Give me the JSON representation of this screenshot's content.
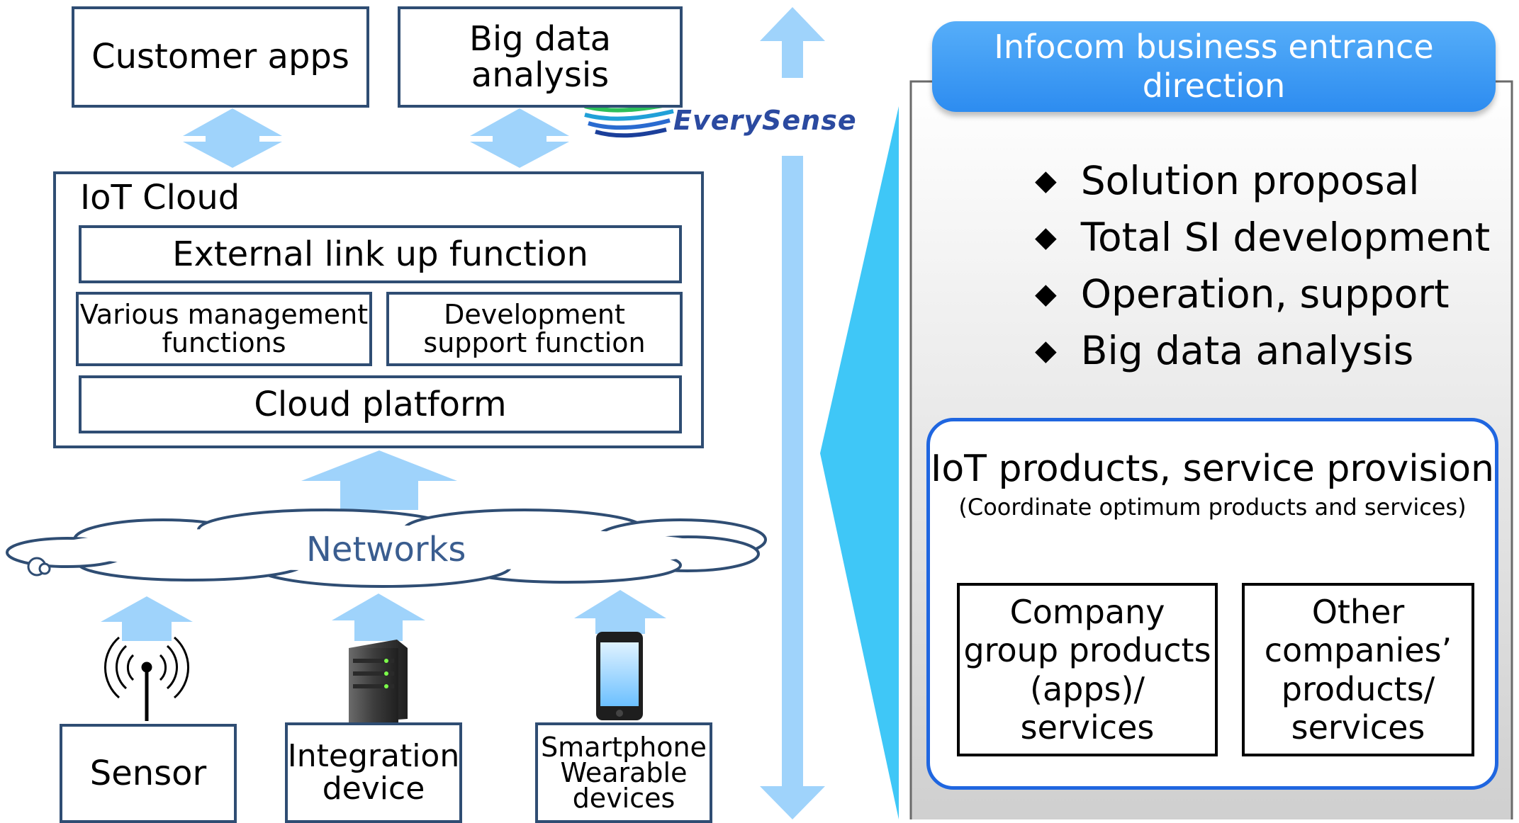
{
  "top": {
    "customer_apps": "Customer apps",
    "big_data_analysis": "Big data analysis"
  },
  "logo": {
    "text": "EverySense"
  },
  "cloud": {
    "title": "IoT Cloud",
    "external_link": "External link up function",
    "various_management": "Various management\nfunctions",
    "development_support": "Development\nsupport function",
    "platform": "Cloud platform"
  },
  "networks": "Networks",
  "devices": {
    "sensor": "Sensor",
    "integration": "Integration\ndevice",
    "smartphone": "Smartphone\nWearable\ndevices"
  },
  "panel": {
    "header": "Infocom business entrance\ndirection",
    "bullets": [
      "Solution proposal",
      "Total SI development",
      "Operation, support",
      "Big data analysis"
    ],
    "bullet_glyph": "◆",
    "products_title": "IoT products, service provision",
    "products_subtitle": "(Coordinate optimum products and services)",
    "company_group": "Company\ngroup products\n(apps)/\nservices",
    "other_companies": "Other\ncompanies’\nproducts/\nservices"
  },
  "colors": {
    "box_border": "#2f4d73",
    "arrow_fill": "#9fd3fb",
    "header_fill": "#3d9cf5",
    "panel_gray": "#d9d9d9",
    "cyan_triangle": "#3fc7f7",
    "products_border": "#1f66e0",
    "networks_text": "#3a5d8f"
  }
}
